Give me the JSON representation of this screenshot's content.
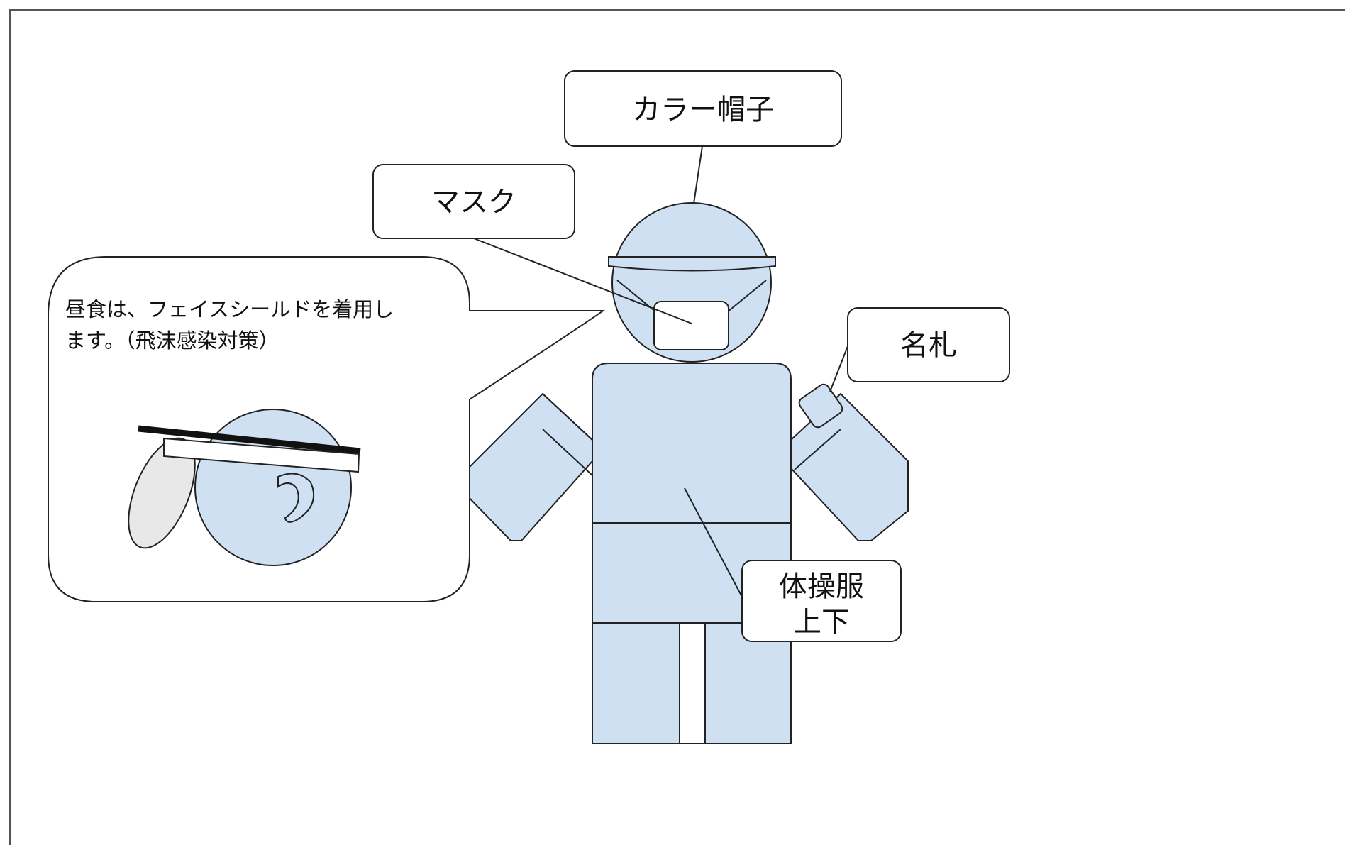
{
  "labels": {
    "color_hat": "カラー帽子",
    "mask": "マスク",
    "name_tag": "名札",
    "gym_clothes_line1": "体操服",
    "gym_clothes_line2": "上下"
  },
  "callout": {
    "line1": "昼食は、フェイスシールドを着用し",
    "line2": "ます。（飛沫感染対策）"
  },
  "colors": {
    "body_fill": "#cfe0f2",
    "outline": "#222222",
    "shield_fill": "#e8e8e8",
    "background": "#ffffff"
  }
}
